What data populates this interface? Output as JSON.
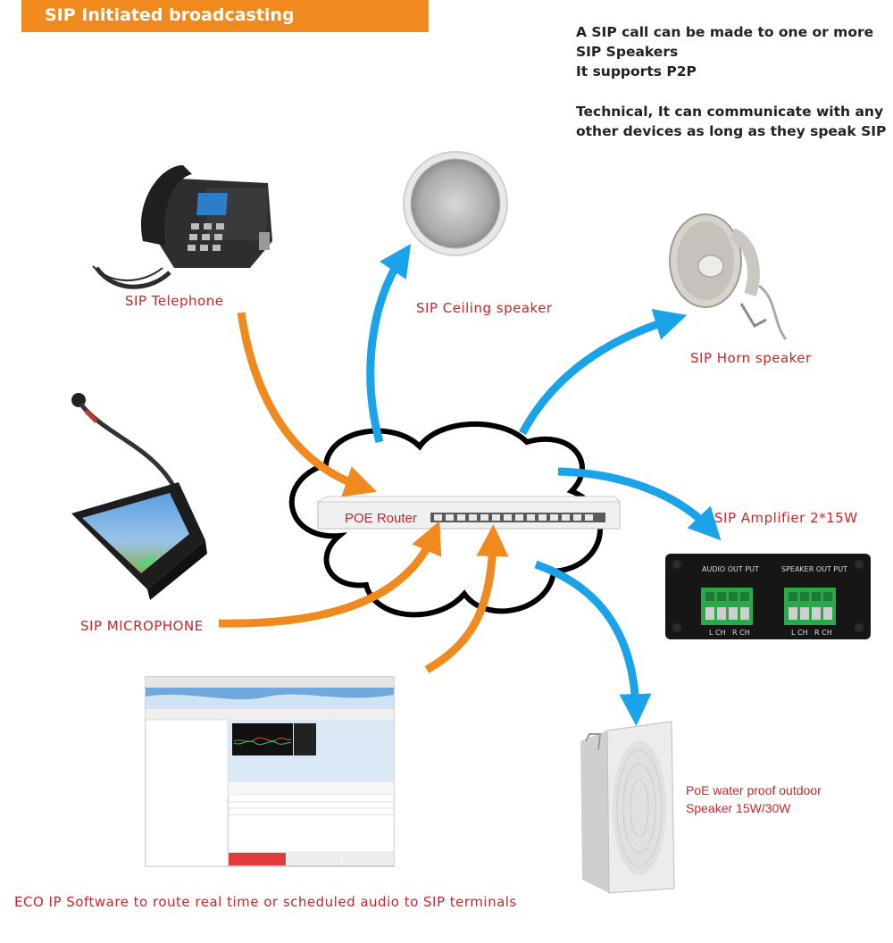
{
  "banner": {
    "title": "SIP Initiated broadcasting"
  },
  "description": {
    "line1": "A SIP call can be made to one  or more",
    "line2": "SIP Speakers",
    "line3": "It supports P2P",
    "line4": "Technical, It can communicate with any",
    "line5": "other devices as long as they speak SIP"
  },
  "labels": {
    "telephone": "SIP Telephone",
    "ceiling": "SIP Ceiling speaker",
    "horn": "SIP Horn speaker",
    "microphone": "SIP MICROPHONE",
    "amplifier": "SIP Amplifier 2*15W",
    "outdoor_line1": "PoE water proof outdoor",
    "outdoor_line2": "Speaker 15W/30W",
    "router": "POE Router",
    "software": "ECO IP Software to route real time or scheduled audio to SIP terminals"
  },
  "amplifier_panel": {
    "audio_out": "AUDIO OUT PUT",
    "speaker_out": "SPEAKER OUT PUT",
    "lch": "L CH",
    "rch": "R CH"
  },
  "colors": {
    "orange": "#f08a1e",
    "blue": "#1aa3e8",
    "red_label": "#c8262a"
  }
}
